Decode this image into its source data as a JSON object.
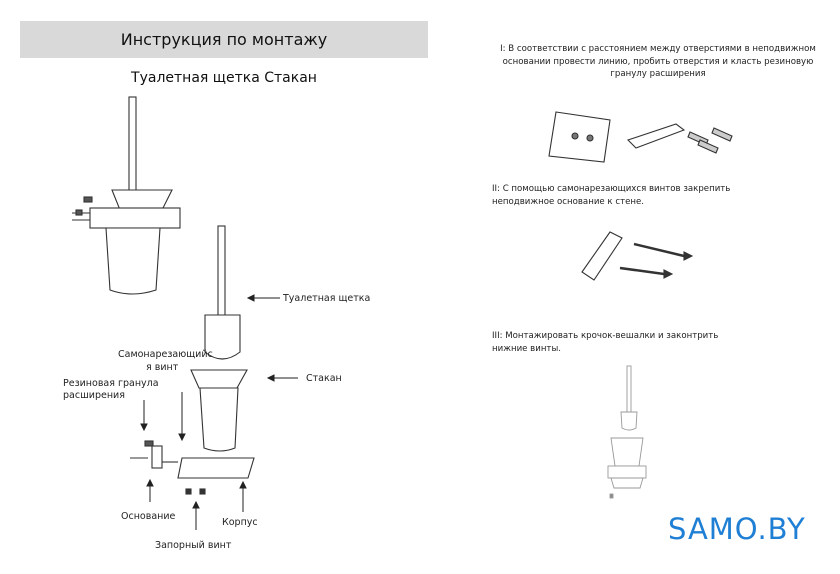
{
  "header": {
    "title": "Инструкция по монтажу"
  },
  "product": {
    "name": "Туалетная щетка Стакан"
  },
  "labels": {
    "brush": "Туалетная щетка",
    "glass": "Стакан",
    "screw_line1": "Самонарезающийс",
    "screw_line2": "я винт",
    "rubber_line1": "Резиновая гранула",
    "rubber_line2": "расширения",
    "base": "Основание",
    "body": "Корпус",
    "lock_screw": "Запорный винт"
  },
  "steps": [
    {
      "line1": "I: В соответствии с расстоянием между отверстиями в неподвижном",
      "line2": "основании провести линию, пробить отверстия и класть резиновую",
      "line3": "гранулу расширения"
    },
    {
      "line1": "II: С помощью самонарезающихся винтов закрепить",
      "line2": "неподвижное основание к стене."
    },
    {
      "line1": "III: Монтажировать крочок-вешалки и законтрить",
      "line2": "нижние винты."
    }
  ],
  "brand": {
    "text": "SAMO.BY",
    "color": "#1f7fd4"
  }
}
